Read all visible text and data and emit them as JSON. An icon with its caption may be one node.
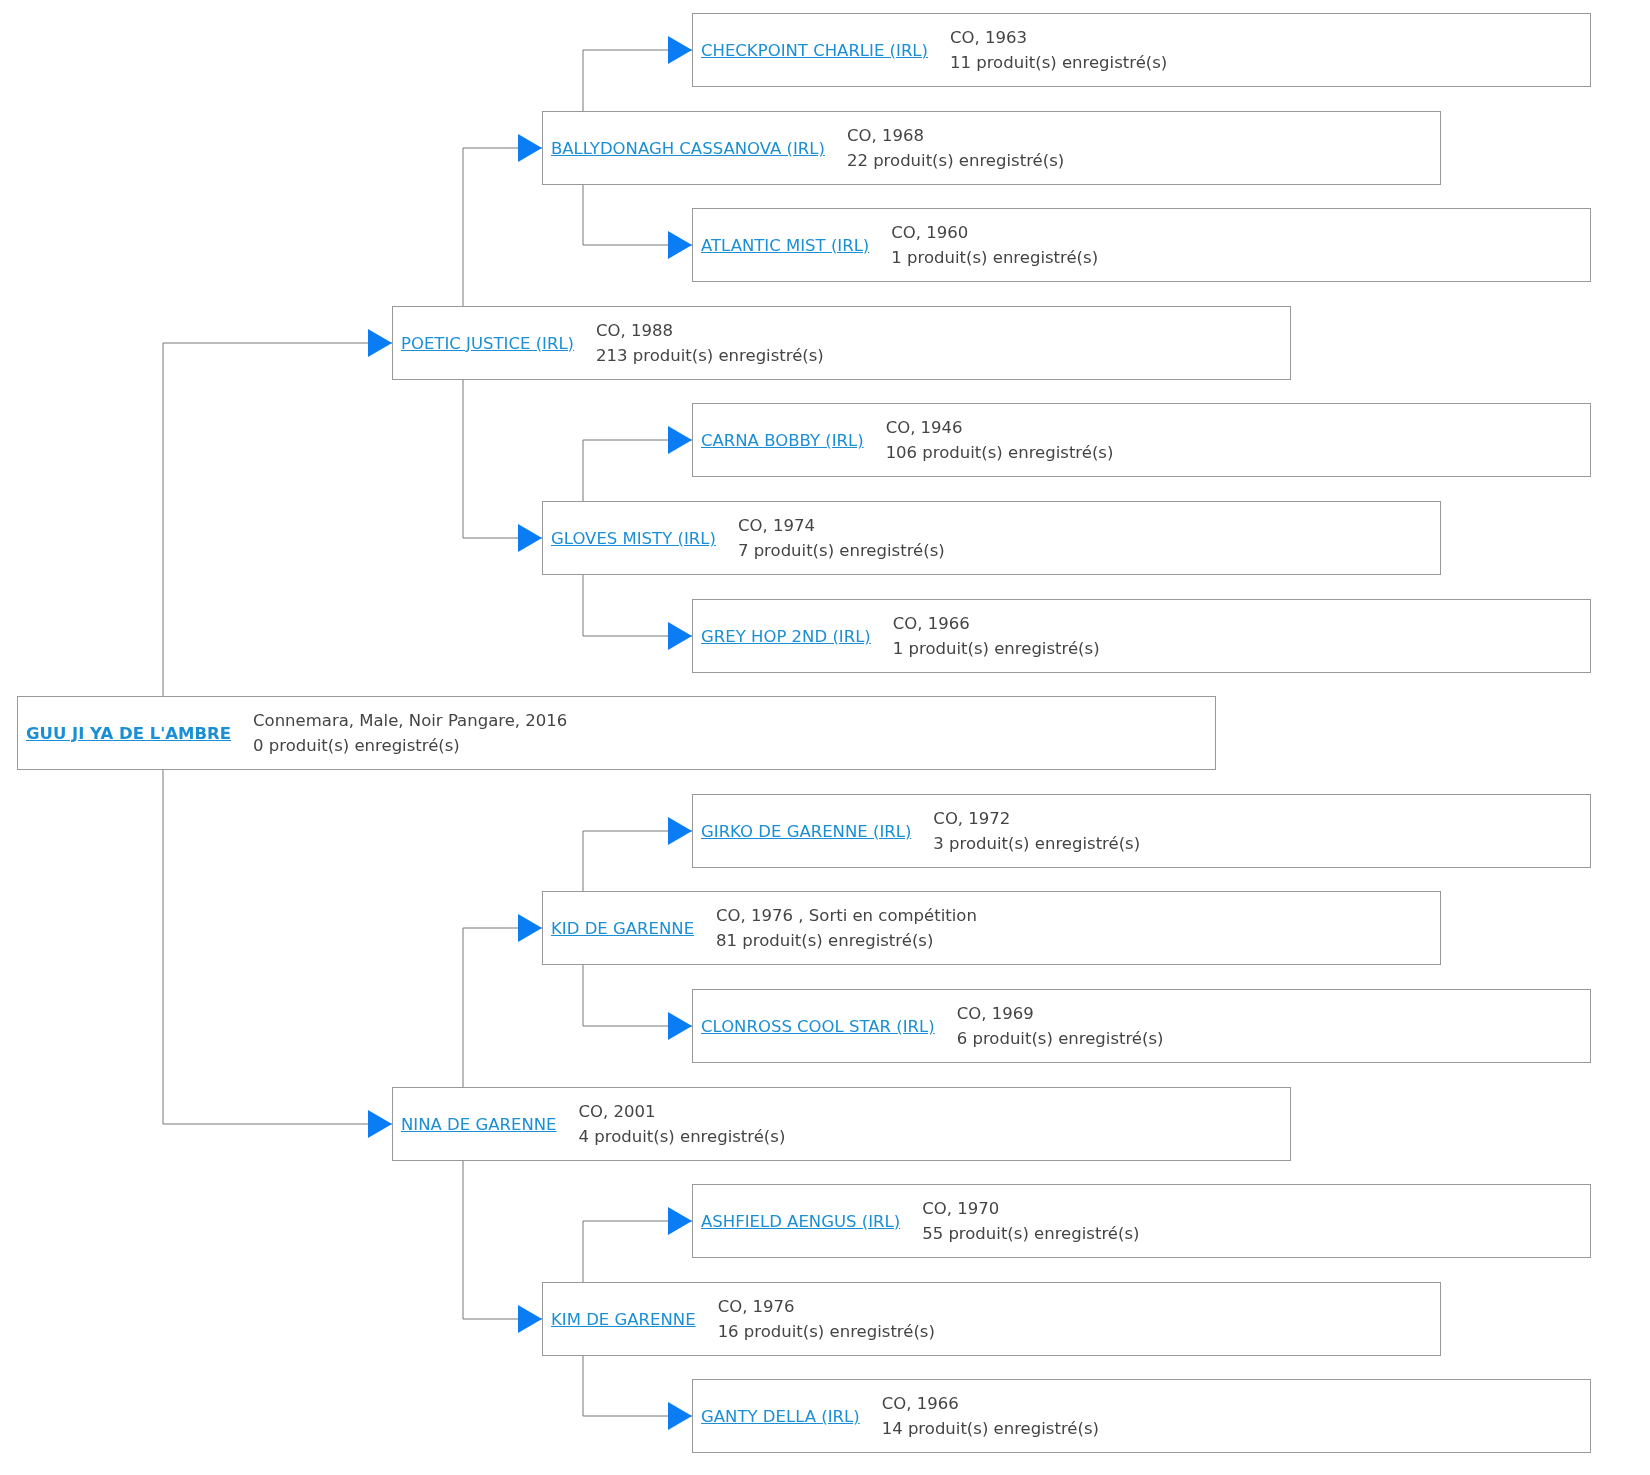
{
  "diagram": {
    "nodes": [
      {
        "text": [
          "CHECKPOINT CHARLIE (IRL)",
          "CO, 1963",
          "11 produit(s) enregistré(s)"
        ]
      },
      {
        "text": [
          "BALLYDONAGH CASSANOVA (IRL)",
          "CO, 1968",
          "22 produit(s) enregistré(s)"
        ]
      },
      {
        "text": [
          "ATLANTIC MIST (IRL)",
          "CO, 1960",
          "1 produit(s) enregistré(s)"
        ]
      },
      {
        "text": [
          "POETIC JUSTICE (IRL)",
          "CO, 1988",
          "213 produit(s) enregistré(s)"
        ]
      },
      {
        "text": [
          "CARNA BOBBY (IRL)",
          "CO, 1946",
          "106 produit(s) enregistré(s)"
        ]
      },
      {
        "text": [
          "GLOVES MISTY (IRL)",
          "CO, 1974",
          "7 produit(s) enregistré(s)"
        ]
      },
      {
        "text": [
          "GREY HOP 2ND (IRL)",
          "CO, 1966",
          "1 produit(s) enregistré(s)"
        ]
      },
      {
        "text": [
          "GUU JI YA DE L'AMBRE",
          "Connemara, Male, Noir Pangare, 2016",
          "0 produit(s) enregistré(s)"
        ]
      },
      {
        "text": [
          "GIRKO DE GARENNE (IRL)",
          "CO, 1972",
          "3 produit(s) enregistré(s)"
        ]
      },
      {
        "text": [
          "KID DE GARENNE",
          "CO, 1976 , Sorti en compétition",
          "81 produit(s) enregistré(s)"
        ]
      },
      {
        "text": [
          "CLONROSS COOL STAR (IRL)",
          "CO, 1969",
          "6 produit(s) enregistré(s)"
        ]
      },
      {
        "text": [
          "NINA DE GARENNE",
          "CO, 2001",
          "4 produit(s) enregistré(s)"
        ]
      },
      {
        "text": [
          "ASHFIELD AENGUS (IRL)",
          "CO, 1970",
          "55 produit(s) enregistré(s)"
        ]
      },
      {
        "text": [
          "KIM DE GARENNE",
          "CO, 1976",
          "16 produit(s) enregistré(s)"
        ]
      },
      {
        "text": [
          "GANTY DELLA (IRL)",
          "CO, 1966",
          "14 produit(s) enregistré(s)"
        ]
      }
    ],
    "edges": [
      {
        "from": 7,
        "to": 3,
        "arrow": "to"
      },
      {
        "from": 7,
        "to": 11,
        "arrow": "to"
      },
      {
        "from": 3,
        "to": 1,
        "arrow": "to"
      },
      {
        "from": 3,
        "to": 5,
        "arrow": "to"
      },
      {
        "from": 1,
        "to": 0,
        "arrow": "to"
      },
      {
        "from": 1,
        "to": 2,
        "arrow": "to"
      },
      {
        "from": 5,
        "to": 4,
        "arrow": "to"
      },
      {
        "from": 5,
        "to": 6,
        "arrow": "to"
      },
      {
        "from": 11,
        "to": 9,
        "arrow": "to"
      },
      {
        "from": 11,
        "to": 13,
        "arrow": "to"
      },
      {
        "from": 9,
        "to": 8,
        "arrow": "to"
      },
      {
        "from": 9,
        "to": 10,
        "arrow": "to"
      },
      {
        "from": 13,
        "to": 12,
        "arrow": "to"
      },
      {
        "from": 13,
        "to": 14,
        "arrow": "to"
      }
    ]
  }
}
